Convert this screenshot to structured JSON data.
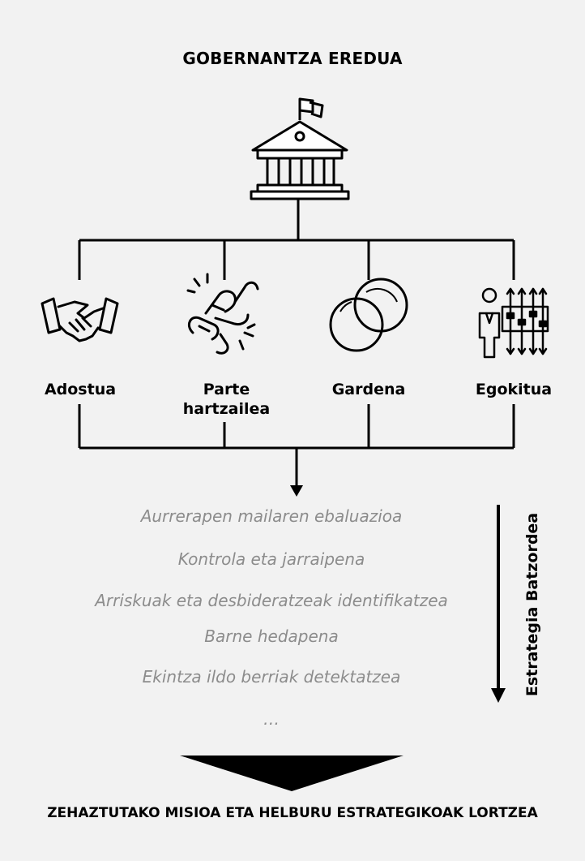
{
  "title": "GOBERNANTZA EREDUA",
  "pillars": [
    {
      "label": "Adostua",
      "icon": "handshake-icon"
    },
    {
      "label": "Parte hartzailea",
      "icon": "broken-chain-icon"
    },
    {
      "label": "Gardena",
      "icon": "overlapping-circles-icon"
    },
    {
      "label": "Egokitua",
      "icon": "person-control-panel-icon"
    }
  ],
  "central_icon": "government-building-icon",
  "actions": [
    "Aurrerapen mailaren ebaluazioa",
    "Kontrola eta jarraipena",
    "Arriskuak eta desbideratzeak identifikatzea",
    "Barne hedapena",
    "Ekintza ildo berriak detektatzea",
    "…"
  ],
  "committee": "Estrategia Batzordea",
  "goal": "ZEHAZTUTAKO MISIOA ETA HELBURU ESTRATEGIKOAK LORTZEA"
}
